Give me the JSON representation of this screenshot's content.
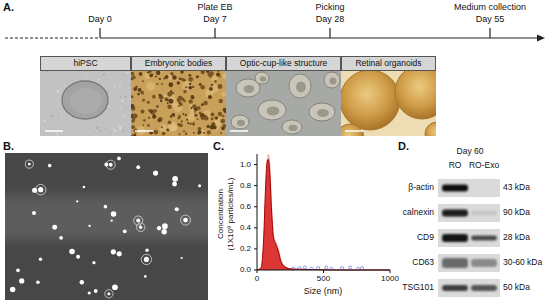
{
  "diagram": {
    "nodes": [
      {
        "text": [
          "hiPSC"
        ]
      },
      {
        "text": [
          "Embryonic bodies"
        ]
      },
      {
        "text": [
          "Optic-cup-like structure"
        ]
      },
      {
        "text": [
          "Retinal organoids"
        ]
      }
    ],
    "labels": [
      "A.",
      "Day 0",
      "Plate EB",
      "Day 7",
      "Picking",
      "Day 28",
      "Medium collection",
      "Day 55",
      "B.",
      "C.",
      "Concentration",
      "(1X10⁹ particles/mL)",
      "1.0",
      "0.8",
      "0.6",
      "0.4",
      "0.2",
      "0.0",
      "0",
      "500",
      "1000",
      "Size (nm)",
      "D.",
      "Day 60",
      "RO",
      "RO-Exo",
      "β-actin",
      "43 kDa",
      "calnexin",
      "90 kDa",
      "CD9",
      "28 kDa",
      "CD63",
      "30-60 kDa",
      "TSG101",
      "50 kDa"
    ]
  }
}
